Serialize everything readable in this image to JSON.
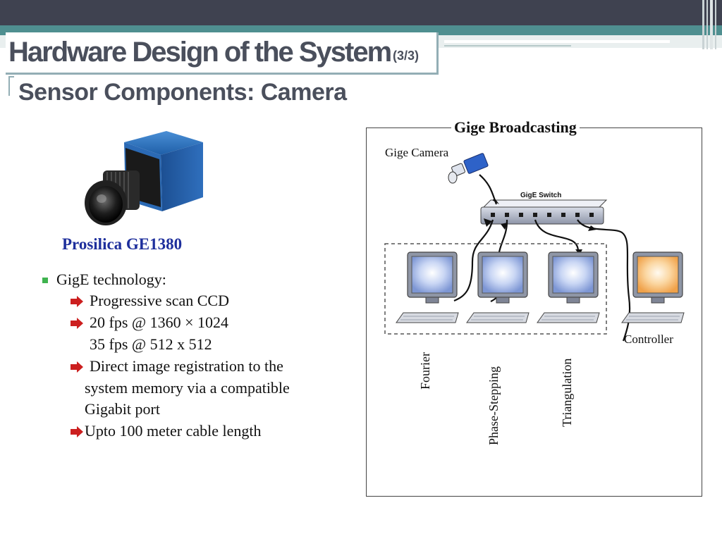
{
  "slide": {
    "title": "Hardware Design of the System",
    "title_part": "(3/3)",
    "subtitle": "Sensor Components: Camera"
  },
  "camera": {
    "caption": "Prosilica GE1380"
  },
  "bullets": {
    "heading": "GigE technology:",
    "items": [
      "Progressive scan CCD",
      "20 fps @ 1360 × 1024",
      "35 fps @ 512 x 512",
      "Direct image registration to the",
      "system memory via a compatible",
      "Gigabit port",
      "Upto 100 meter cable length"
    ]
  },
  "diagram": {
    "title": "Gige Broadcasting",
    "camera_label": "Gige Camera",
    "switch_label": "GigE Switch",
    "controller_label": "Controller",
    "pc_labels": [
      "Fourier",
      "Phase-Stepping",
      "Triangulation"
    ]
  },
  "colors": {
    "title_text": "#4a4f5c",
    "top_bar": "#3f4250",
    "teal_bar": "#4f8f90",
    "caption": "#1e2f9c",
    "bullet_square": "#3fb34f",
    "bullet_arrow": "#cc1f1f"
  }
}
